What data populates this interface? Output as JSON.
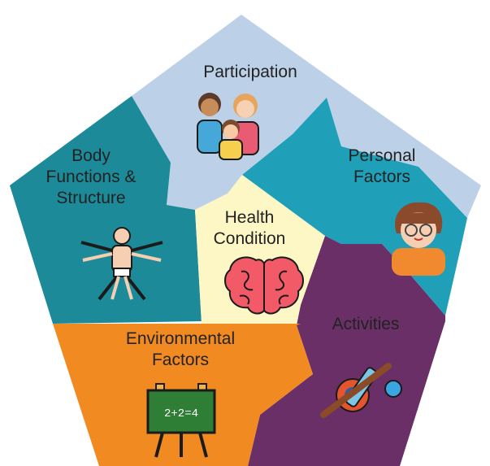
{
  "diagram": {
    "segments": [
      {
        "id": "participation",
        "lines": [
          "Participation"
        ],
        "color": "#bcd0e8",
        "icon": "family-icon"
      },
      {
        "id": "personal",
        "lines": [
          "Personal",
          "Factors"
        ],
        "color": "#1fa0b8",
        "icon": "boy-with-glasses-icon"
      },
      {
        "id": "activities",
        "lines": [
          "Activities"
        ],
        "color": "#6a2f66",
        "icon": "guitar-and-bat-icon"
      },
      {
        "id": "environmental",
        "lines": [
          "Environmental",
          "Factors"
        ],
        "color": "#f18a21",
        "icon": "chalkboard-icon"
      },
      {
        "id": "body",
        "lines": [
          "Body",
          "Functions &",
          "Structure"
        ],
        "color": "#1d8a99",
        "icon": "vitruvian-man-icon"
      },
      {
        "id": "health",
        "lines": [
          "Health",
          "Condition"
        ],
        "color": "#fdf7c6",
        "icon": "brain-icon"
      }
    ],
    "chalkboard_text": "2+2=4"
  }
}
